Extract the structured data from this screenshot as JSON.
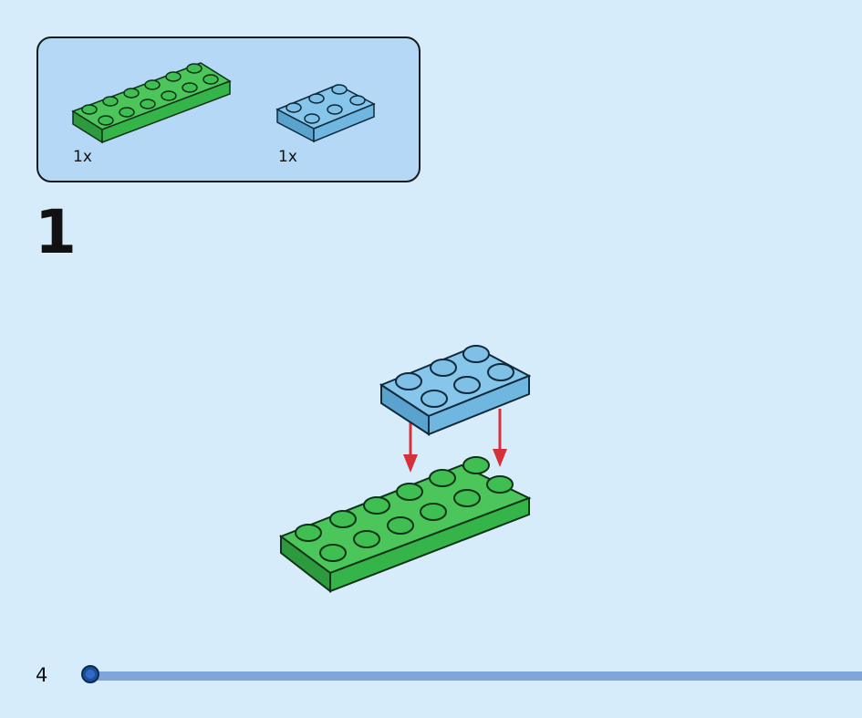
{
  "parts": [
    {
      "name": "green-2x6-plate",
      "quantity": "1x",
      "color": "#35b44a"
    },
    {
      "name": "blue-2x3-plate",
      "quantity": "1x",
      "color": "#6fb6e0"
    }
  ],
  "step": {
    "number": "1"
  },
  "page": {
    "number": "4"
  },
  "colors": {
    "background": "#d6ecfa",
    "parts_box": "#b4d8f5",
    "arrow": "#d6303a",
    "progress": "#7fa6da"
  }
}
